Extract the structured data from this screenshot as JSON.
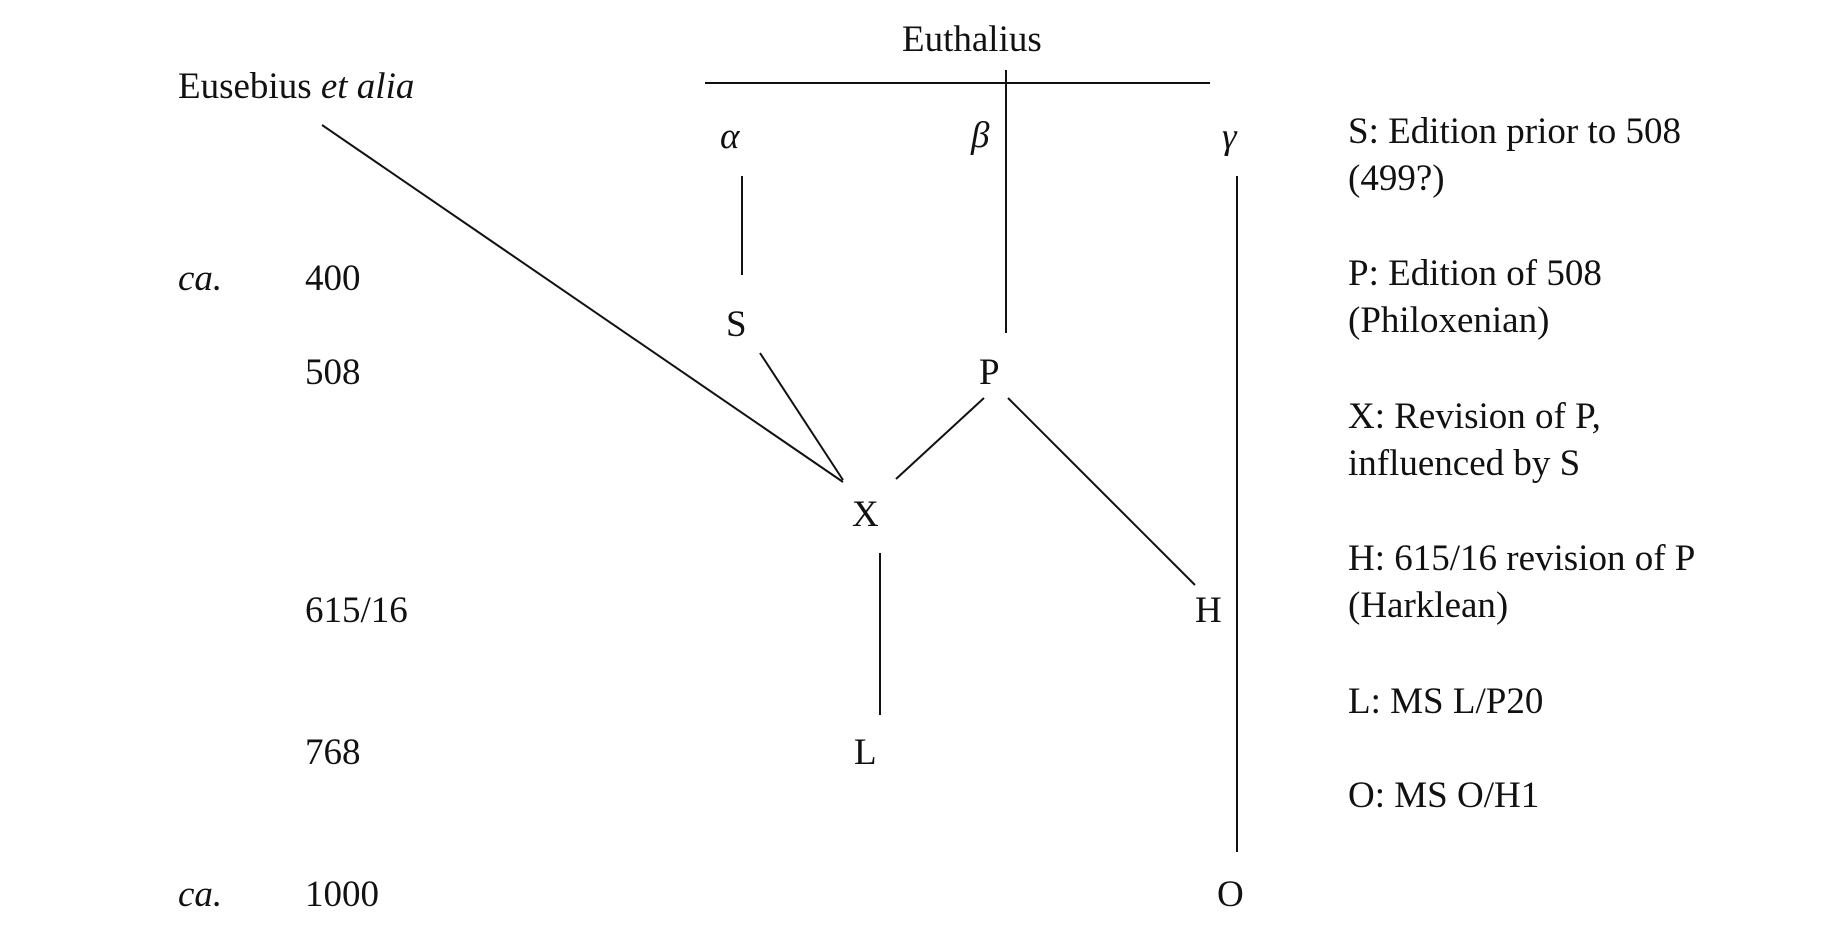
{
  "diagram": {
    "euthalius": "Euthalius",
    "eusebius": {
      "name": "Eusebius",
      "et_alia": "et alia"
    },
    "branches": {
      "alpha": "α",
      "beta": "β",
      "gamma": "γ"
    },
    "nodes": {
      "S": "S",
      "P": "P",
      "X": "X",
      "H": "H",
      "L": "L",
      "O": "O"
    },
    "timeline": {
      "ca_400": "ca.",
      "y400": "400",
      "y508": "508",
      "y615": "615/16",
      "y768": "768",
      "ca_1000": "ca.",
      "y1000": "1000"
    }
  },
  "legend": [
    {
      "line1": "S: Edition prior to 508",
      "line2": "(499?)"
    },
    {
      "line1": "P: Edition of 508",
      "line2": "(Philoxenian)"
    },
    {
      "line1": "X: Revision of P,",
      "line2": "influenced by S"
    },
    {
      "line1": "H: 615/16 revision of P",
      "line2": "(Harklean)"
    },
    {
      "line1": "L: MS L/P20",
      "line2": ""
    },
    {
      "line1": "O: MS O/H1",
      "line2": ""
    }
  ]
}
